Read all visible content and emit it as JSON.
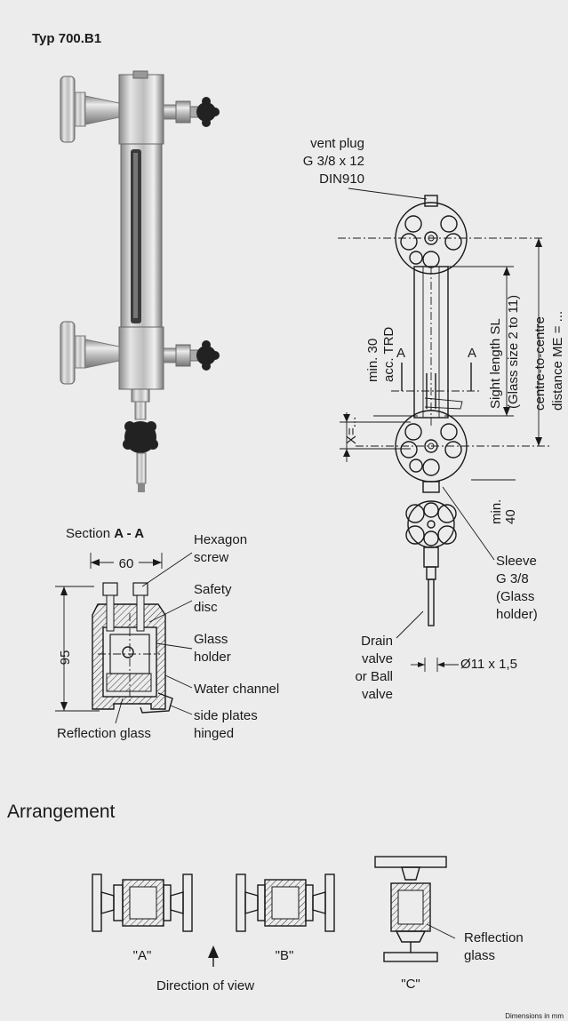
{
  "title": "Typ 700.B1",
  "labels": {
    "vent_plug": [
      "vent plug",
      "G 3/8 x 12",
      "DIN910"
    ],
    "section": [
      "Section ",
      "A - A"
    ],
    "section_a": "A",
    "dim_60": "60",
    "dim_95": "95",
    "hexagon_screw": [
      "Hexagon",
      "screw"
    ],
    "safety_disc": [
      "Safety",
      "disc"
    ],
    "glass_holder": [
      "Glass",
      "holder"
    ],
    "water_channel": "Water channel",
    "side_plates": [
      "side plates",
      "hinged"
    ],
    "reflection_glass_section": "Reflection glass",
    "min30": [
      "min. 30",
      "acc. TRD"
    ],
    "x_dim": "X=...",
    "sight_length": [
      "Sight length SL",
      "(Glass size 2 to 11)"
    ],
    "centre_distance": [
      "centre-to-centre",
      "distance ME = ..."
    ],
    "min40": [
      "min.",
      "40"
    ],
    "sleeve": [
      "Sleeve",
      "G 3/8",
      "(Glass",
      "holder)"
    ],
    "drain": [
      "Drain",
      "valve",
      "or Ball",
      "valve"
    ],
    "diameter": "Ø11 x 1,5"
  },
  "arrangement": {
    "heading": "Arrangement",
    "a": "\"A\"",
    "b": "\"B\"",
    "c": "\"C\"",
    "reflection_glass": [
      "Reflection",
      "glass"
    ],
    "direction": "Direction of view"
  },
  "footer": "Dimensions in mm"
}
